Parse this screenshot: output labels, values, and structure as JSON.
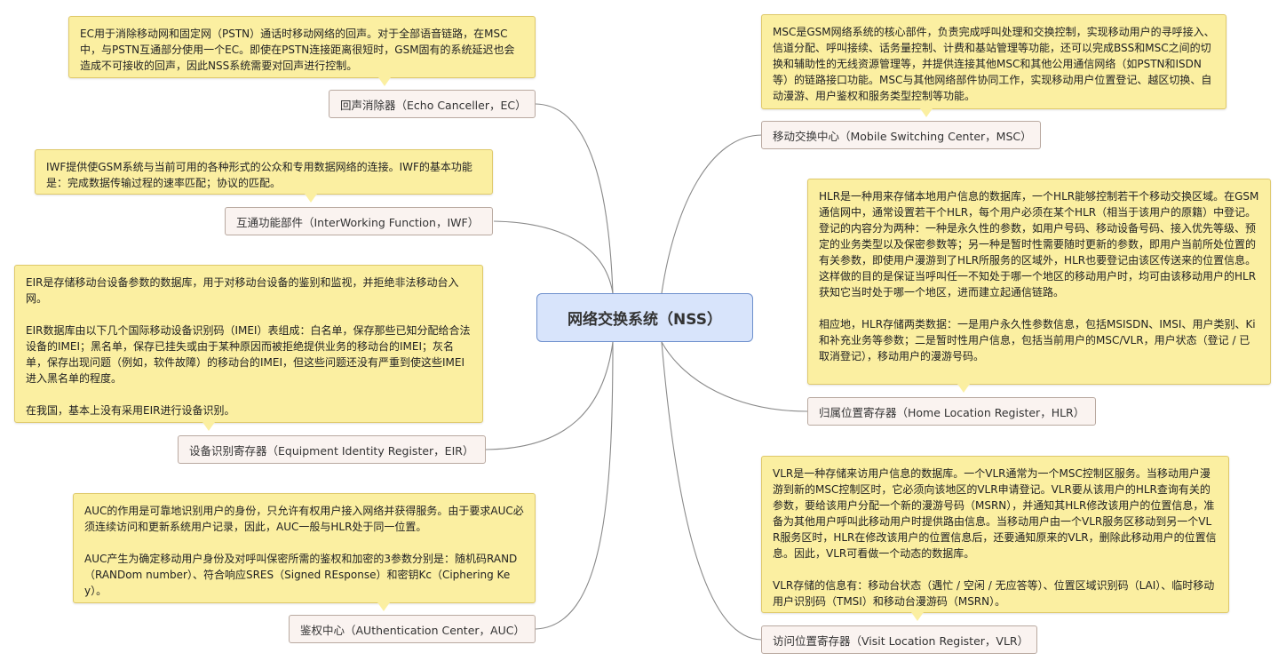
{
  "center": {
    "label": "网络交换系统（NSS）"
  },
  "topics": {
    "ec": "回声消除器（Echo Canceller，EC）",
    "iwf": "互通功能部件（InterWorking Function，IWF）",
    "eir": "设备识别寄存器（Equipment Identity Register，EIR）",
    "auc": "鉴权中心（AUthentication Center，AUC）",
    "msc": "移动交换中心（Mobile Switching Center，MSC）",
    "hlr": "归属位置寄存器（Home Location Register，HLR）",
    "vlr": "访问位置寄存器（Visit Location Register，VLR）"
  },
  "notes": {
    "ec": "EC用于消除移动网和固定网（PSTN）通话时移动网络的回声。对于全部语音链路，在MSC中，与PSTN互通部分使用一个EC。即使在PSTN连接距离很短时，GSM固有的系统延迟也会造成不可接收的回声，因此NSS系统需要对回声进行控制。",
    "iwf": "IWF提供使GSM系统与当前可用的各种形式的公众和专用数据网络的连接。IWF的基本功能是：完成数据传输过程的速率匹配；协议的匹配。",
    "eir": "EIR是存储移动台设备参数的数据库，用于对移动台设备的鉴别和监视，并拒绝非法移动台入网。\n\nEIR数据库由以下几个国际移动设备识别码（IMEI）表组成：白名单，保存那些已知分配给合法设备的IMEI；黑名单，保存已挂失或由于某种原因而被拒绝提供业务的移动台的IMEI；灰名单，保存出现问题（例如，软件故障）的移动台的IMEI，但这些问题还没有严重到使这些IMEI进入黑名单的程度。\n\n在我国，基本上没有采用EIR进行设备识别。",
    "auc": "AUC的作用是可靠地识别用户的身份，只允许有权用户接入网络并获得服务。由于要求AUC必须连续访问和更新系统用户记录，因此，AUC一般与HLR处于同一位置。\n\nAUC产生为确定移动用户身份及对呼叫保密所需的鉴权和加密的3参数分别是：随机码RAND（RANDom number）、符合响应SRES（Signed REsponse）和密钥Kc（Ciphering Key）。",
    "msc": "MSC是GSM网络系统的核心部件，负责完成呼叫处理和交换控制，实现移动用户的寻呼接入、信道分配、呼叫接续、话务量控制、计费和基站管理等功能，还可以完成BSS和MSC之间的切换和辅助性的无线资源管理等，并提供连接其他MSC和其他公用通信网络（如PSTN和ISDN等）的链路接口功能。MSC与其他网络部件协同工作，实现移动用户位置登记、越区切换、自动漫游、用户鉴权和服务类型控制等功能。",
    "hlr": "HLR是一种用来存储本地用户信息的数据库，一个HLR能够控制若干个移动交换区域。在GSM通信网中，通常设置若干个HLR，每个用户必须在某个HLR（相当于该用户的原籍）中登记。登记的内容分为两种：一种是永久性的参数，如用户号码、移动设备号码、接入优先等级、预定的业务类型以及保密参数等；另一种是暂时性需要随时更新的参数，即用户当前所处位置的有关参数，即使用户漫游到了HLR所服务的区域外，HLR也要登记由该区传送来的位置信息。这样做的目的是保证当呼叫任一不知处于哪一个地区的移动用户时，均可由该移动用户的HLR获知它当时处于哪一个地区，进而建立起通信链路。\n\n相应地，HLR存储两类数据：一是用户永久性参数信息，包括MSISDN、IMSI、用户类别、Ki和补充业务等参数；二是暂时性用户信息，包括当前用户的MSC/VLR，用户状态（登记 / 已取消登记），移动用户的漫游号码。",
    "vlr": "VLR是一种存储来访用户信息的数据库。一个VLR通常为一个MSC控制区服务。当移动用户漫游到新的MSC控制区时，它必须向该地区的VLR申请登记。VLR要从该用户的HLR查询有关的参数，要给该用户分配一个新的漫游号码（MSRN），并通知其HLR修改该用户的位置信息，准备为其他用户呼叫此移动用户时提供路由信息。当移动用户由一个VLR服务区移动到另一个VLR服务区时，HLR在修改该用户的位置信息后，还要通知原来的VLR，删除此移动用户的位置信息。因此，VLR可看做一个动态的数据库。\n\nVLR存储的信息有：移动台状态（遇忙 / 空闲 / 无应答等）、位置区域识别码（LAI）、临时移动用户识别码（TMSI）和移动台漫游码（MSRN）。"
  },
  "colors": {
    "line": "#888888",
    "center_fill": "#d8e4fb",
    "topic_fill": "#faf3f0",
    "note_fill": "#fbefa1"
  }
}
